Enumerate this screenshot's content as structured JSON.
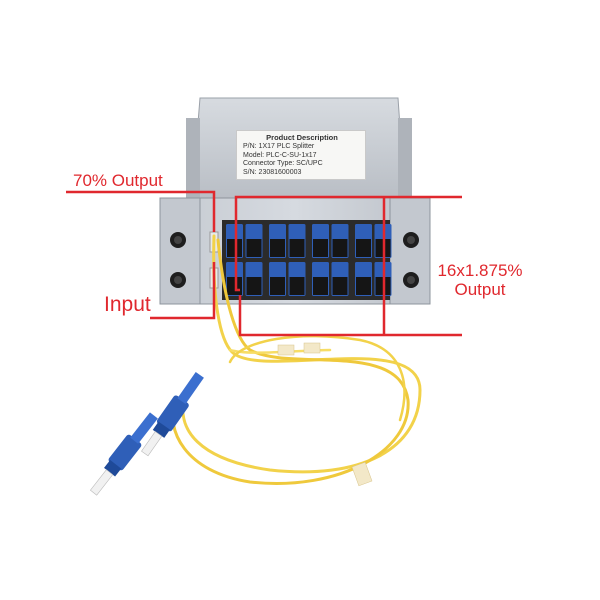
{
  "product_label": {
    "title": "Product Description",
    "lines": [
      "P/N: 1X17 PLC Splitter",
      "Model: PLC-C-SU-1x17",
      "Connector Type: SC/UPC",
      "S/N: 23081600003"
    ]
  },
  "callouts": {
    "output_70": "70% Output",
    "input": "Input",
    "output_16_line1": "16x1.875%",
    "output_16_line2": "Output"
  },
  "colors": {
    "callout_red": "#e0282e",
    "box_grey": "#c8ccd2",
    "adapter_blue": "#2f5fb8",
    "fiber_yellow": "#f2d24a"
  }
}
